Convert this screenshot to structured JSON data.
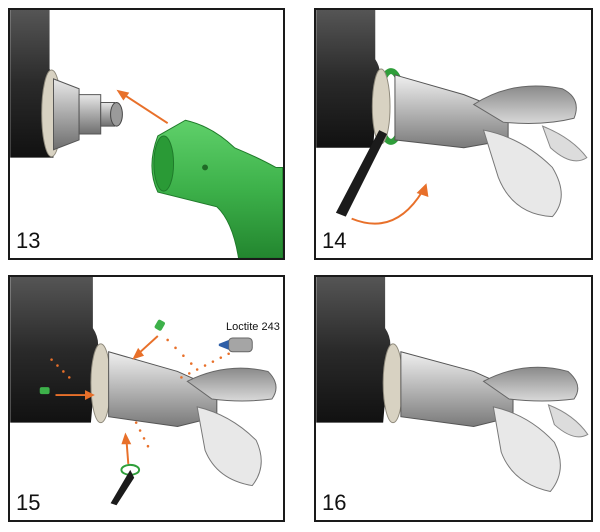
{
  "steps": [
    {
      "number": "13"
    },
    {
      "number": "14"
    },
    {
      "number": "15",
      "callout": "Loctite 243"
    },
    {
      "number": "16"
    }
  ],
  "colors": {
    "arrow": "#e8702a",
    "part_green": "#3db14a",
    "tool_green": "#2f9e3a",
    "frame": "#1a1a1a"
  }
}
